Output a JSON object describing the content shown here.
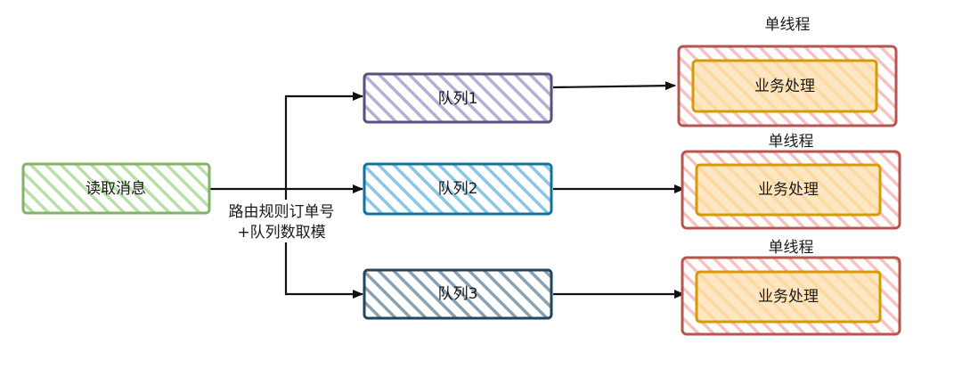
{
  "colors": {
    "source": "#82b366",
    "source_fill": "#b9e0a5",
    "queue1": "#56517e",
    "queue1_fill": "#b3b0d6",
    "queue2": "#10739e",
    "queue2_fill": "#88c7e6",
    "queue3": "#23445d",
    "queue3_fill": "#8aa1b4",
    "thread": "#b85450",
    "thread_fill": "#f6c3be",
    "worker": "#d79b00",
    "worker_fill": "#fcd9a0",
    "edge": "#111111"
  },
  "source": {
    "label": "读取消息"
  },
  "router": {
    "line1": "路由规则订单号",
    "line2": "+队列数取模"
  },
  "queues": [
    {
      "label": "队列1"
    },
    {
      "label": "队列2"
    },
    {
      "label": "队列3"
    }
  ],
  "threads": [
    {
      "title": "单线程",
      "worker_label": "业务处理"
    },
    {
      "title": "单线程",
      "worker_label": "业务处理"
    },
    {
      "title": "单线程",
      "worker_label": "业务处理"
    }
  ]
}
